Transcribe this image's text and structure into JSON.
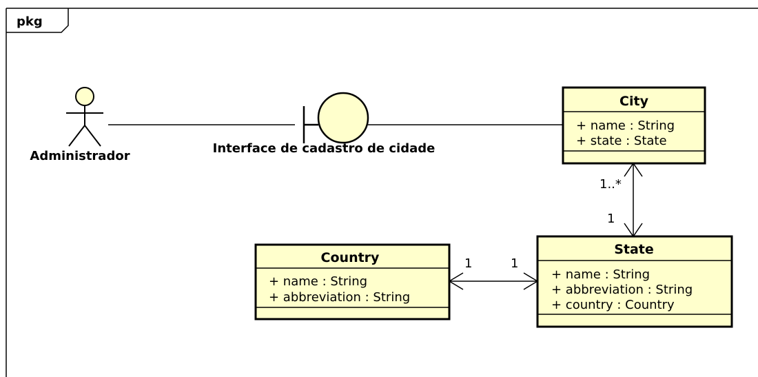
{
  "package": {
    "label": "pkg"
  },
  "actor": {
    "name": "Administrador",
    "icon": "actor-stick-figure-icon"
  },
  "boundary": {
    "name": "Interface de cadastro de cidade",
    "icon": "boundary-icon"
  },
  "classes": {
    "city": {
      "name": "City",
      "attributes": [
        "+ name : String",
        "+ state : State"
      ]
    },
    "state": {
      "name": "State",
      "attributes": [
        "+ name : String",
        "+ abbreviation : String",
        "+ country : Country"
      ]
    },
    "country": {
      "name": "Country",
      "attributes": [
        "+ name : String",
        "+ abbreviation : String"
      ]
    }
  },
  "associations": {
    "city_state": {
      "city_end": "1..*",
      "state_end": "1"
    },
    "country_state": {
      "country_end": "1",
      "state_end": "1"
    }
  },
  "colors": {
    "fill": "#ffffcc",
    "stroke": "#000000"
  }
}
